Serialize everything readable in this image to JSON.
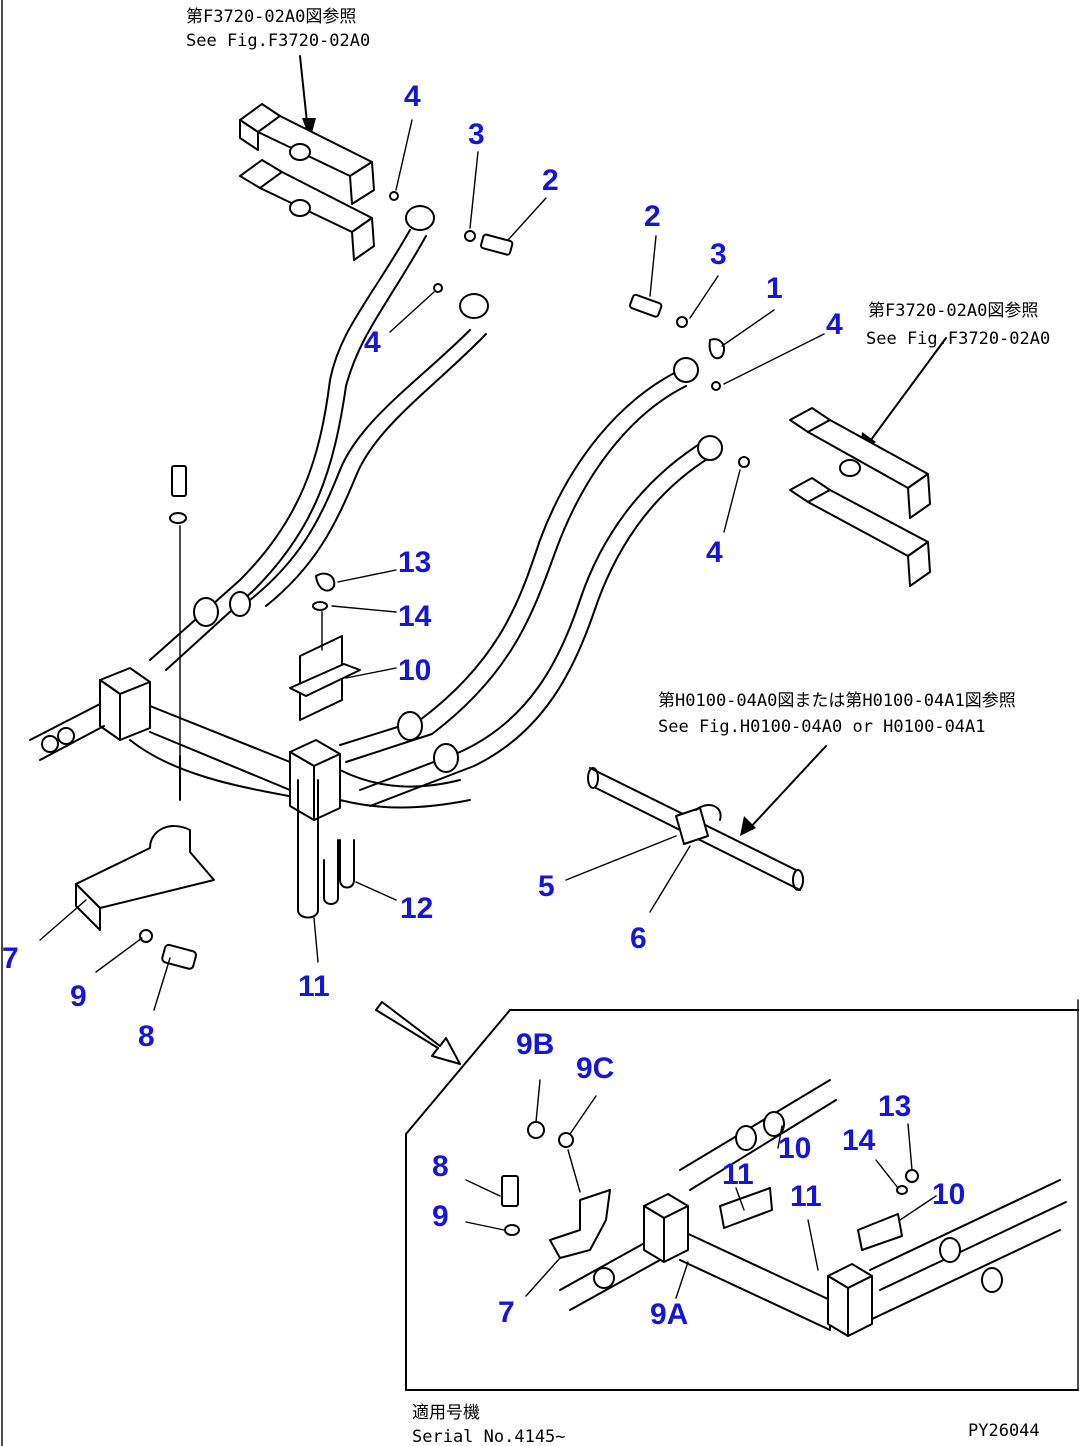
{
  "references": {
    "top_left_jp": "第F3720-02A0図参照",
    "top_left_en": "See Fig.F3720-02A0",
    "right_jp": "第F3720-02A0図参照",
    "right_en": "See Fig.F3720-02A0",
    "mid_jp": "第H0100-04A0図または第H0100-04A1図参照",
    "mid_en": "See Fig.H0100-04A0 or H0100-04A1"
  },
  "serial": {
    "jp": "適用号機",
    "en": "Serial No.4145~"
  },
  "drawing_code": "PY26044",
  "callouts": {
    "c_4a": "4",
    "c_3a": "3",
    "c_2a": "2",
    "c_4b": "4",
    "c_2b": "2",
    "c_3b": "3",
    "c_1": "1",
    "c_4c": "4",
    "c_4d": "4",
    "c_13": "13",
    "c_14": "14",
    "c_10": "10",
    "c_12": "12",
    "c_11": "11",
    "c_5": "5",
    "c_6": "6",
    "c_7": "7",
    "c_9": "9",
    "c_8": "8"
  },
  "inset_callouts": {
    "i_9b": "9B",
    "i_9c": "9C",
    "i_8": "8",
    "i_9": "9",
    "i_7": "7",
    "i_9a": "9A",
    "i_11a": "11",
    "i_10a": "10",
    "i_11b": "11",
    "i_14": "14",
    "i_13": "13",
    "i_10b": "10"
  },
  "colors": {
    "callout": "#1515d8",
    "line": "#000000",
    "background": "#ffffff"
  }
}
